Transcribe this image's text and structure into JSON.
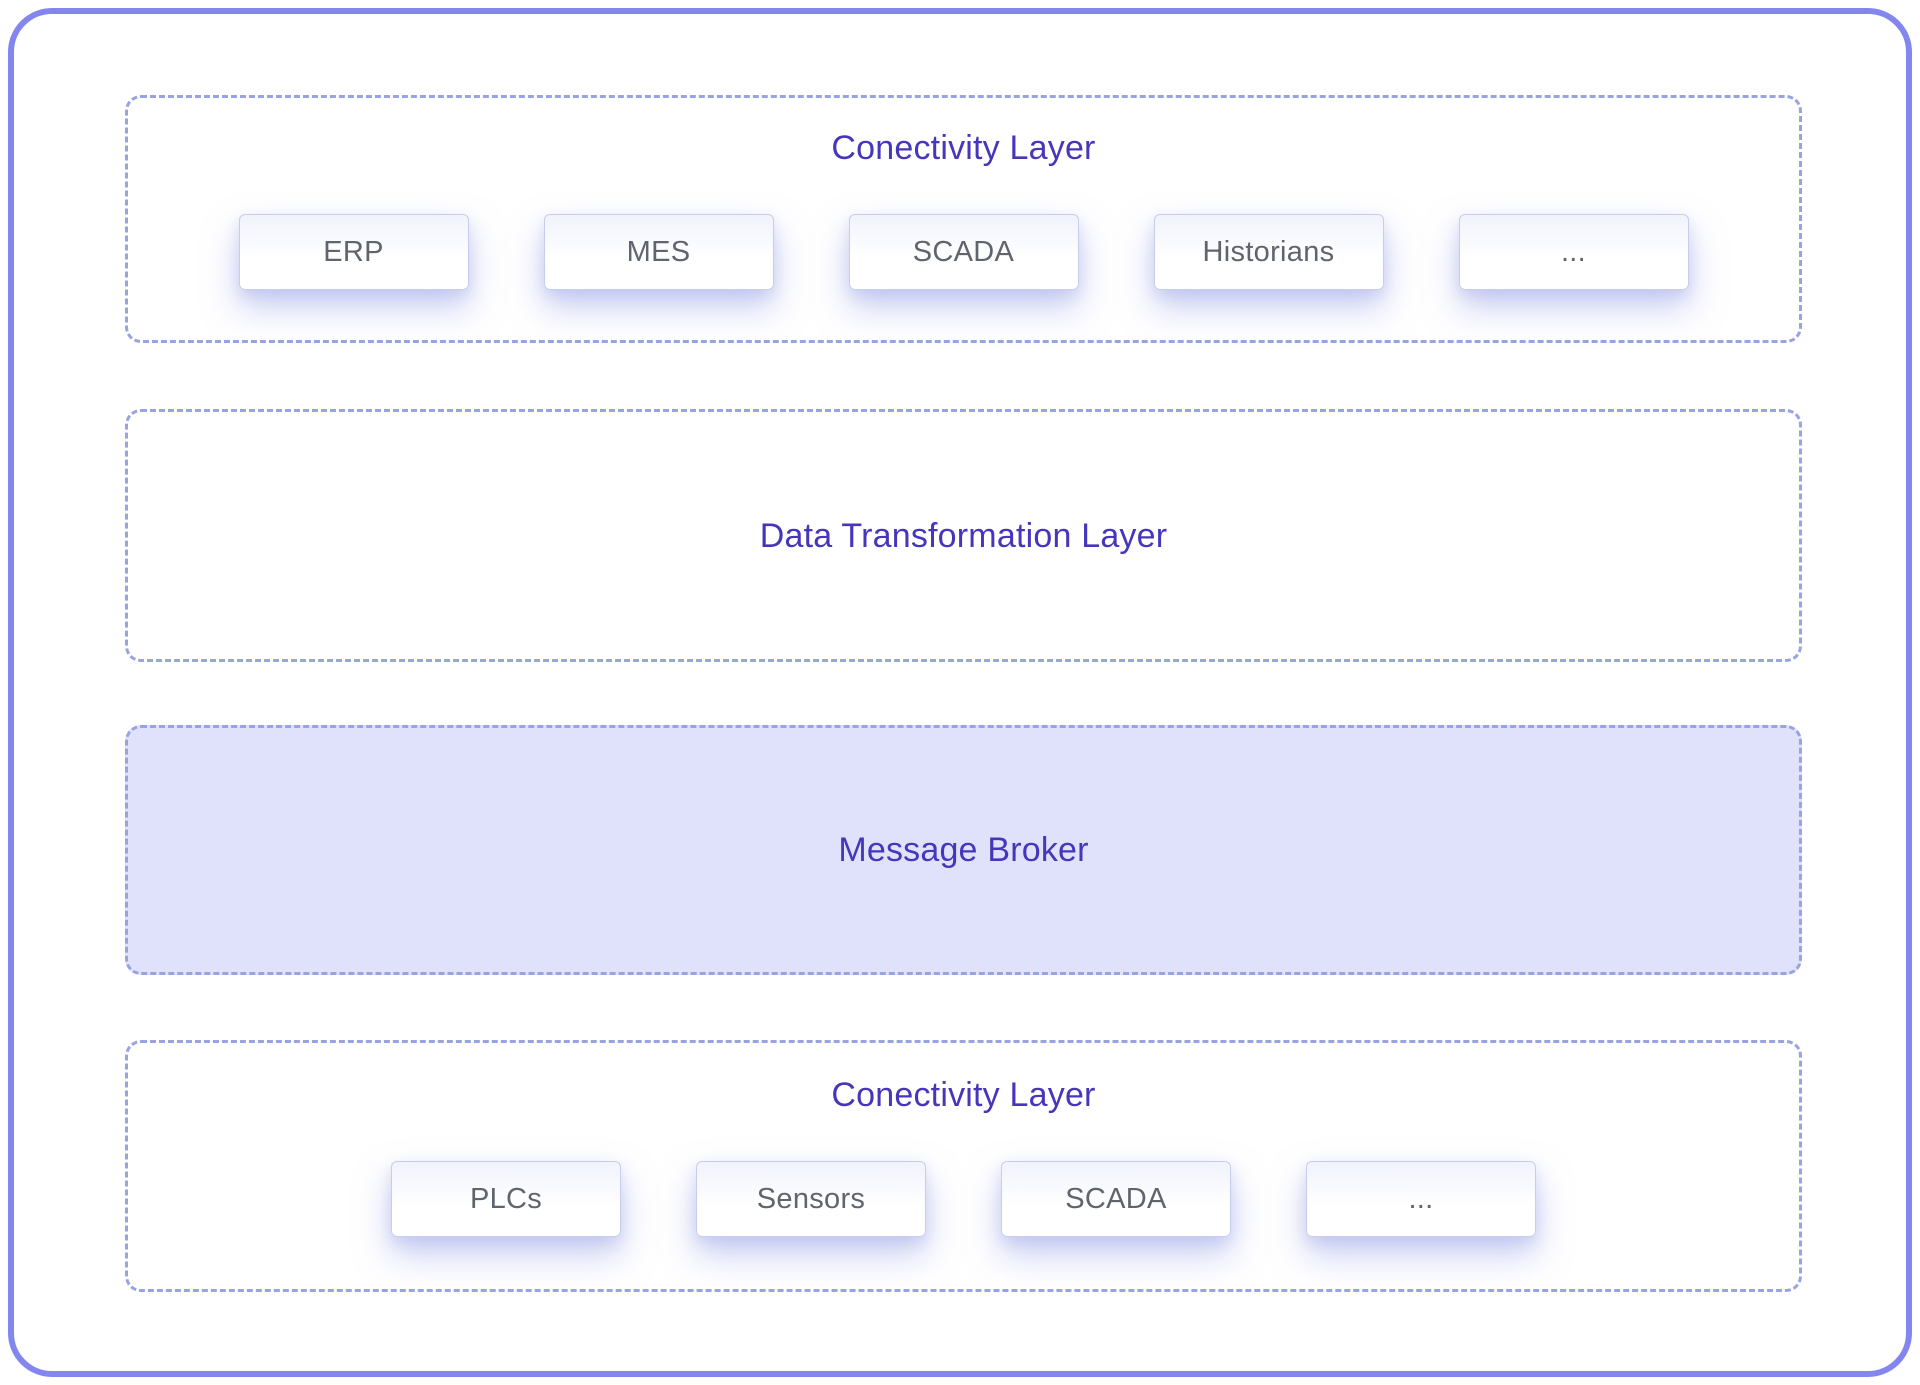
{
  "colors": {
    "outer_border": "#8486f0",
    "dashed_border": "#9aa3e2",
    "title_text": "#4636bb",
    "box_text": "#5f646d",
    "broker_fill": "#dfe2fa"
  },
  "sections": [
    {
      "id": "connectivity-top",
      "title": "Conectivity Layer",
      "boxes": [
        "ERP",
        "MES",
        "SCADA",
        "Historians",
        "..."
      ]
    },
    {
      "id": "data-transformation",
      "title": "Data Transformation Layer",
      "boxes": []
    },
    {
      "id": "message-broker",
      "title": "Message Broker",
      "boxes": [],
      "filled": true
    },
    {
      "id": "connectivity-bottom",
      "title": "Conectivity Layer",
      "boxes": [
        "PLCs",
        "Sensors",
        "SCADA",
        "..."
      ]
    }
  ]
}
